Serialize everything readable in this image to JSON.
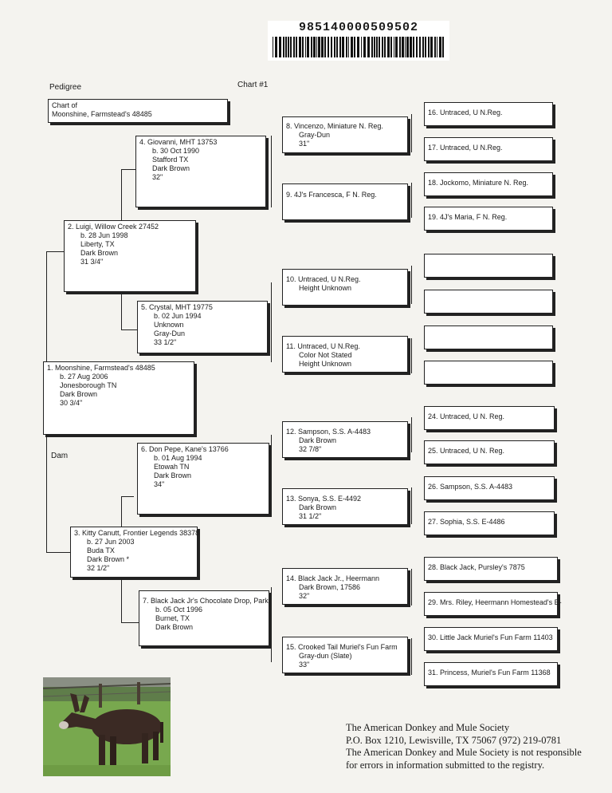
{
  "barcode": {
    "number": "985140000509502"
  },
  "header": {
    "pedigree_label": "Pedigree",
    "chart_label": "Chart #1"
  },
  "chart_of": {
    "label": "Chart of",
    "name": "Moonshine, Farmstead's 48485"
  },
  "dam_label": "Dam",
  "animals": {
    "a1": [
      "1. Moonshine, Farmstead's 48485",
      "b. 27 Aug 2006",
      "Jonesborough TN",
      "Dark Brown",
      "30 3/4\""
    ],
    "a2": [
      "2. Luigi, Willow Creek 27452",
      "b. 28 Jun 1998",
      "Liberty, TX",
      "Dark Brown",
      "31 3/4\""
    ],
    "a3": [
      "3. Kitty Canutt, Frontier Legends 38378",
      "b. 27 Jun 2003",
      "Buda TX",
      "Dark Brown *",
      "32 1/2\""
    ],
    "a4": [
      "4. Giovanni, MHT 13753",
      "b. 30 Oct 1990",
      "Stafford TX",
      "Dark Brown",
      "32\""
    ],
    "a5": [
      "5. Crystal, MHT 19775",
      "b. 02 Jun 1994",
      "Unknown",
      "Gray-Dun",
      "33 1/2\""
    ],
    "a6": [
      "6. Don Pepe, Kane's 13766",
      "b. 01 Aug 1994",
      "Etowah TN",
      "Dark Brown",
      "34\""
    ],
    "a7": [
      "7. Black Jack Jr's Chocolate Drop, Park",
      "b. 05 Oct 1996",
      "Burnet, TX",
      "Dark Brown"
    ],
    "a8": [
      "8. Vincenzo, Miniature N. Reg.",
      "Gray-Dun",
      "31\""
    ],
    "a9": [
      "9. 4J's Francesca, F N. Reg."
    ],
    "a10": [
      "10. Untraced, U N.Reg.",
      "",
      "Height Unknown"
    ],
    "a11": [
      "11. Untraced, U N.Reg.",
      "Color Not Stated",
      "Height Unknown"
    ],
    "a12": [
      "12. Sampson, S.S. A-4483",
      "Dark Brown",
      "32 7/8\""
    ],
    "a13": [
      "13. Sonya, S.S. E-4492",
      "Dark Brown",
      "31 1/2\""
    ],
    "a14": [
      "14. Black Jack Jr., Heermann",
      "Dark Brown, 17586",
      "32\""
    ],
    "a15": [
      "15. Crooked Tail Muriel's Fun Farm",
      "Gray-dun (Slate)",
      "33\""
    ],
    "a16": [
      "16. Untraced, U N.Reg."
    ],
    "a17": [
      "17. Untraced, U N.Reg."
    ],
    "a18": [
      "18. Jockomo, Miniature N. Reg."
    ],
    "a19": [
      "19. 4J's Maria, F N. Reg."
    ],
    "a24": [
      "24. Untraced, U N. Reg."
    ],
    "a25": [
      "25. Untraced, U N. Reg."
    ],
    "a26": [
      "26. Sampson, S.S. A-4483"
    ],
    "a27": [
      "27. Sophia, S.S. E-4486"
    ],
    "a28": [
      "28. Black Jack, Pursley's 7875"
    ],
    "a29": [
      "29. Mrs. Riley, Heermann Homestead's E-"
    ],
    "a30": [
      "30. Little Jack Muriel's Fun Farm 11403"
    ],
    "a31": [
      "31. Princess, Muriel's Fun Farm 11368"
    ]
  },
  "footer": {
    "line1": "The American Donkey and Mule Society",
    "line2": "P.O. Box 1210, Lewisville, TX 75067      (972) 219-0781",
    "line3": "The American Donkey and Mule Society is not responsible",
    "line4": "for errors in information submitted to the registry."
  }
}
